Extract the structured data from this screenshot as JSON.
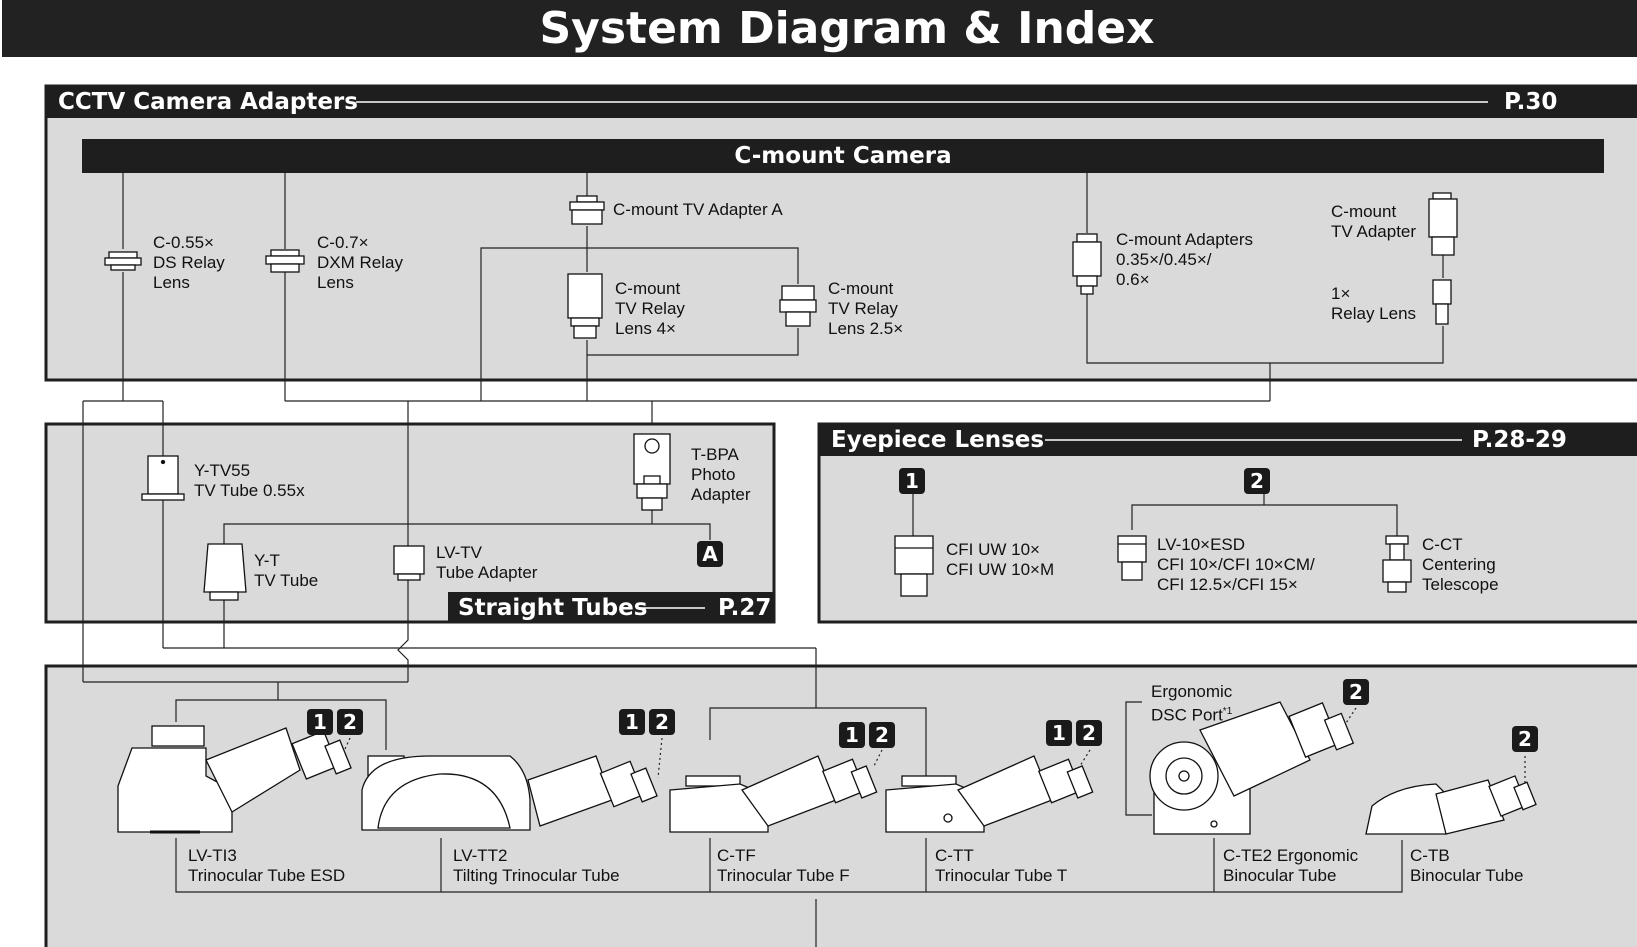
{
  "header": {
    "title": "System Diagram & Index"
  },
  "cctv": {
    "title": "CCTV Camera Adapters",
    "page": "P.30",
    "camera_bar": "C-mount Camera",
    "items": {
      "ds_relay": [
        "C-0.55×",
        "DS Relay",
        "Lens"
      ],
      "dxm_relay": [
        "C-0.7×",
        "DXM Relay",
        "Lens"
      ],
      "tv_adapter_a": "C-mount TV Adapter A",
      "relay_4x": [
        "C-mount",
        "TV Relay",
        "Lens 4×"
      ],
      "relay_25x": [
        "C-mount",
        "TV Relay",
        "Lens 2.5×"
      ],
      "cmount_adapters": [
        "C-mount Adapters",
        "0.35×/0.45×/",
        "0.6×"
      ],
      "cmount_tv_adapter": [
        "C-mount",
        "TV Adapter"
      ],
      "relay_1x": [
        "1×",
        "Relay Lens"
      ]
    }
  },
  "straight": {
    "title": "Straight Tubes",
    "page": "P.27",
    "items": {
      "ytv55": [
        "Y-TV55",
        "TV Tube 0.55x"
      ],
      "tbpa": [
        "T-BPA",
        "Photo",
        "Adapter"
      ],
      "yt": [
        "Y-T",
        "TV Tube"
      ],
      "lvtv": [
        "LV-TV",
        "Tube Adapter"
      ],
      "marker": "A"
    }
  },
  "eyepiece": {
    "title": "Eyepiece Lenses",
    "page": "P.28-29",
    "badge1": "1",
    "badge2": "2",
    "items": {
      "cfi_uw": [
        "CFI UW 10×",
        "CFI UW 10×M"
      ],
      "lv10": [
        "LV-10×ESD",
        "CFI 10×/CFI 10×CM/",
        "CFI 12.5×/CFI 15×"
      ],
      "cct": [
        "C-CT",
        "Centering",
        "Telescope"
      ]
    }
  },
  "tubes": {
    "badge1": "1",
    "badge2": "2",
    "dsc_port": [
      "Ergonomic",
      "DSC Port"
    ],
    "dsc_note": "*1",
    "items": {
      "lvti3": [
        "LV-TI3",
        "Trinocular Tube ESD"
      ],
      "lvtt2": [
        "LV-TT2",
        "Tilting Trinocular Tube"
      ],
      "ctf": [
        "C-TF",
        "Trinocular Tube F"
      ],
      "ctt": [
        "C-TT",
        "Trinocular Tube T"
      ],
      "cte2": [
        "C-TE2 Ergonomic",
        "Binocular Tube"
      ],
      "ctb": [
        "C-TB",
        "Binocular Tube"
      ]
    }
  },
  "colors": {
    "panel": "#dadada",
    "bar": "#1e1e1e",
    "line": "#222222"
  }
}
